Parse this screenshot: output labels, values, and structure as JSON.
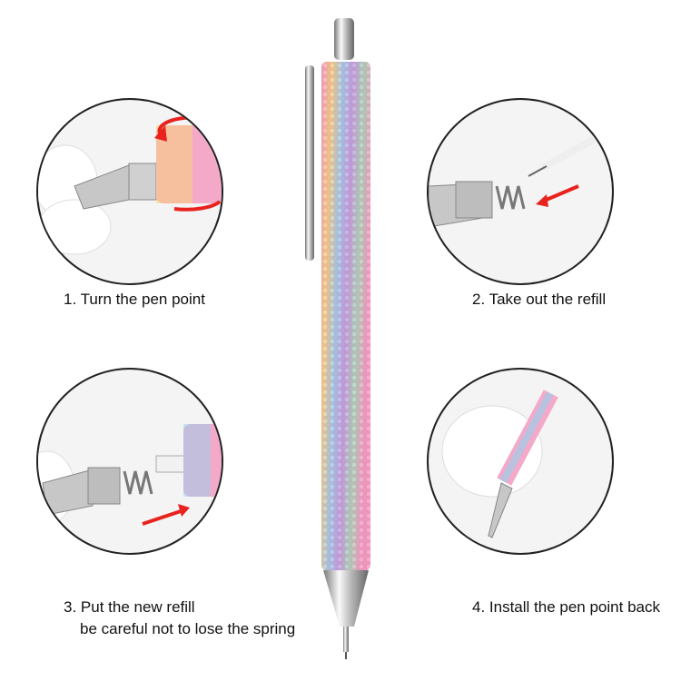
{
  "steps": [
    {
      "label": "1. Turn the pen point"
    },
    {
      "label": "2. Take out the refill"
    },
    {
      "label": "3. Put the new refill",
      "note": "be careful not to lose the spring"
    },
    {
      "label": "4. Install the pen point back"
    }
  ],
  "colors": {
    "arrow": "#e8231e",
    "outline": "#222222",
    "rhinestones": [
      "#f49ac1",
      "#f7d774",
      "#8fd4ef",
      "#b89be6",
      "#9be0b5",
      "#f6b0d0"
    ]
  }
}
